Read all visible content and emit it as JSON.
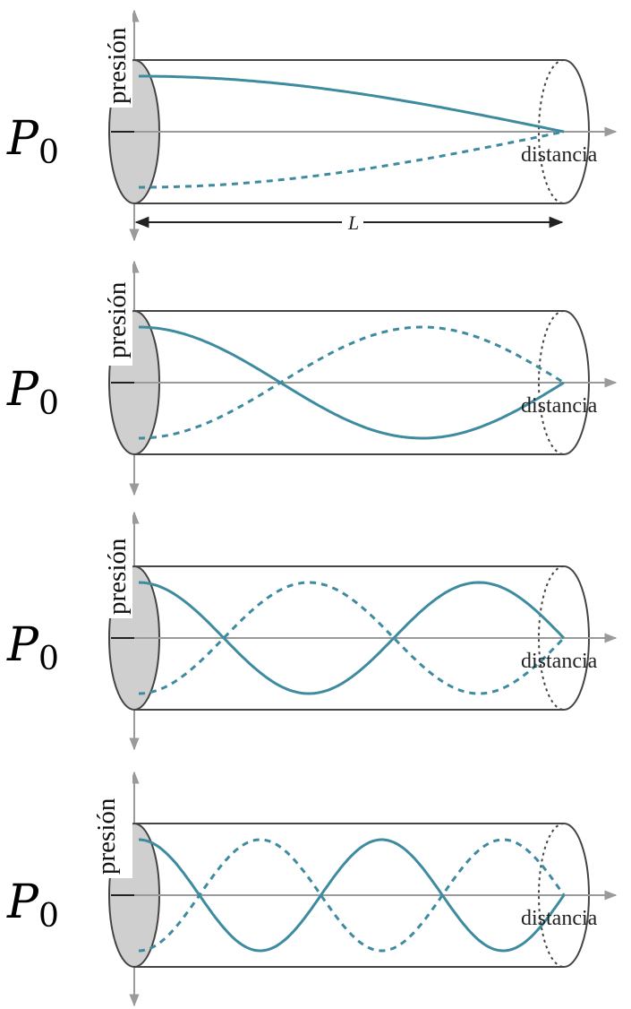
{
  "labels": {
    "pressure": "presión",
    "distance": "distancia",
    "p_main": "P",
    "p_sub": "0",
    "length": "L"
  },
  "colors": {
    "wave": "#3e8ba0",
    "tube": "#444444",
    "axis": "#9a9a9a",
    "end_cap_fill": "#cfcfcf"
  },
  "panels": [
    {
      "mode": 1,
      "half_wavelengths": 0.5
    },
    {
      "mode": 3,
      "half_wavelengths": 1.5
    },
    {
      "mode": 5,
      "half_wavelengths": 2.5
    },
    {
      "mode": 7,
      "half_wavelengths": 3.5
    }
  ]
}
